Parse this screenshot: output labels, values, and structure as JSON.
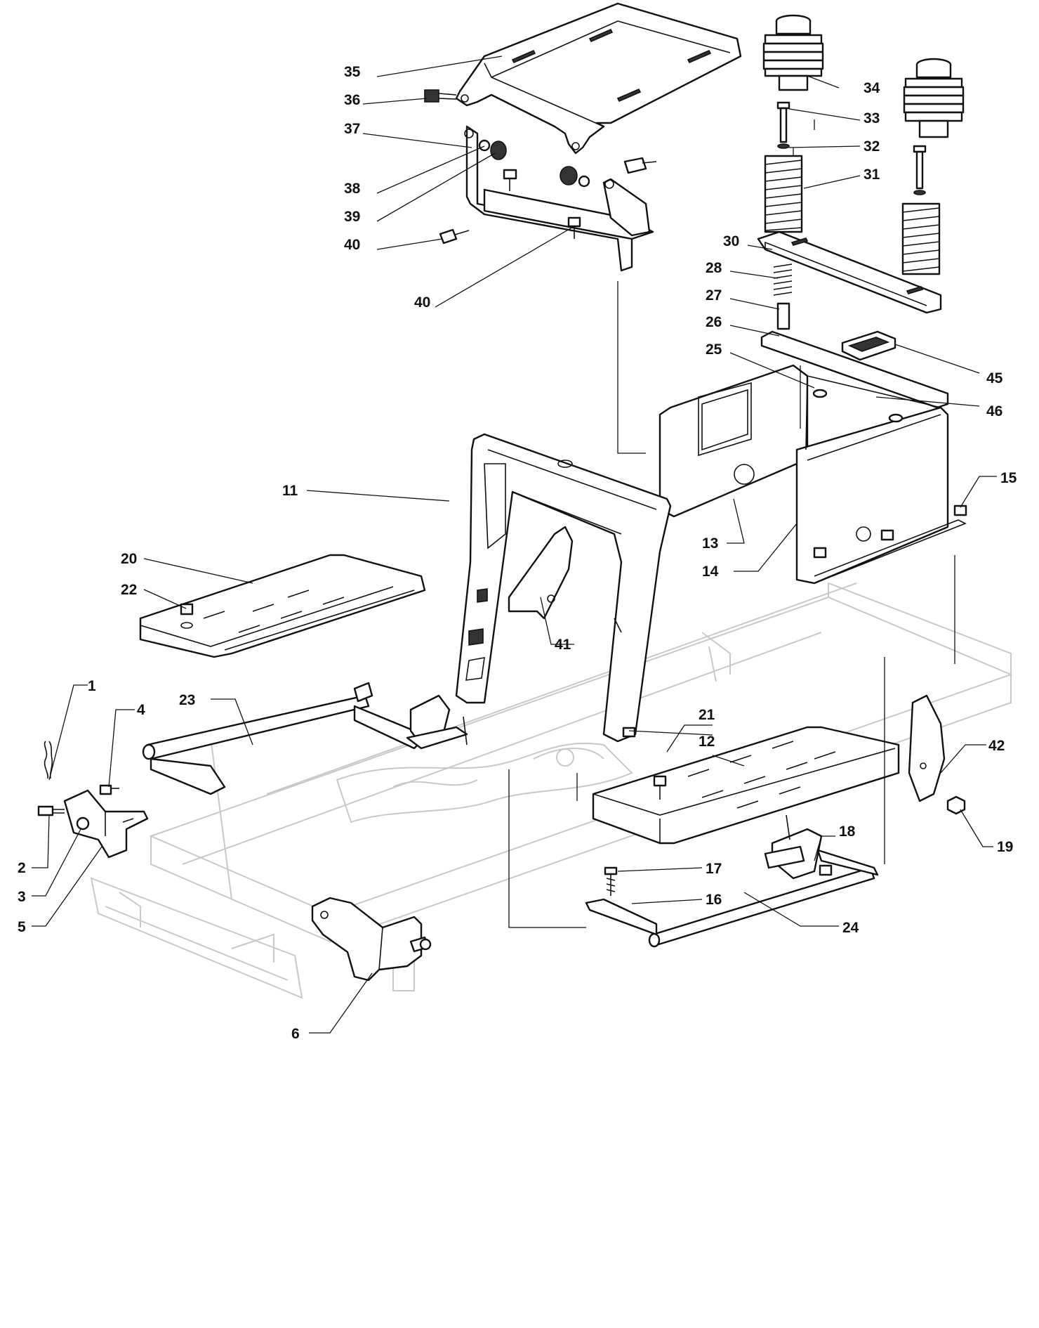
{
  "callouts": [
    {
      "id": "c1",
      "text": "1"
    },
    {
      "id": "c2",
      "text": "2"
    },
    {
      "id": "c3",
      "text": "3"
    },
    {
      "id": "c4",
      "text": "4"
    },
    {
      "id": "c5",
      "text": "5"
    },
    {
      "id": "c6",
      "text": "6"
    },
    {
      "id": "c11",
      "text": "11"
    },
    {
      "id": "c12",
      "text": "12"
    },
    {
      "id": "c13",
      "text": "13"
    },
    {
      "id": "c14",
      "text": "14"
    },
    {
      "id": "c15",
      "text": "15"
    },
    {
      "id": "c16",
      "text": "16"
    },
    {
      "id": "c17",
      "text": "17"
    },
    {
      "id": "c18",
      "text": "18"
    },
    {
      "id": "c19",
      "text": "19"
    },
    {
      "id": "c20",
      "text": "20"
    },
    {
      "id": "c21",
      "text": "21"
    },
    {
      "id": "c22",
      "text": "22"
    },
    {
      "id": "c23",
      "text": "23"
    },
    {
      "id": "c24",
      "text": "24"
    },
    {
      "id": "c25",
      "text": "25"
    },
    {
      "id": "c26",
      "text": "26"
    },
    {
      "id": "c27",
      "text": "27"
    },
    {
      "id": "c28",
      "text": "28"
    },
    {
      "id": "c30",
      "text": "30"
    },
    {
      "id": "c31",
      "text": "31"
    },
    {
      "id": "c32",
      "text": "32"
    },
    {
      "id": "c33",
      "text": "33"
    },
    {
      "id": "c34",
      "text": "34"
    },
    {
      "id": "c35",
      "text": "35"
    },
    {
      "id": "c36",
      "text": "36"
    },
    {
      "id": "c37",
      "text": "37"
    },
    {
      "id": "c38",
      "text": "38"
    },
    {
      "id": "c39",
      "text": "39"
    },
    {
      "id": "c40a",
      "text": "40"
    },
    {
      "id": "c40b",
      "text": "40"
    },
    {
      "id": "c41",
      "text": "41"
    },
    {
      "id": "c42",
      "text": "42"
    },
    {
      "id": "c45",
      "text": "45"
    },
    {
      "id": "c46",
      "text": "46"
    }
  ],
  "colors": {
    "line": "#111111",
    "ghost_frame": "#c8c8c8",
    "background": "#ffffff"
  }
}
